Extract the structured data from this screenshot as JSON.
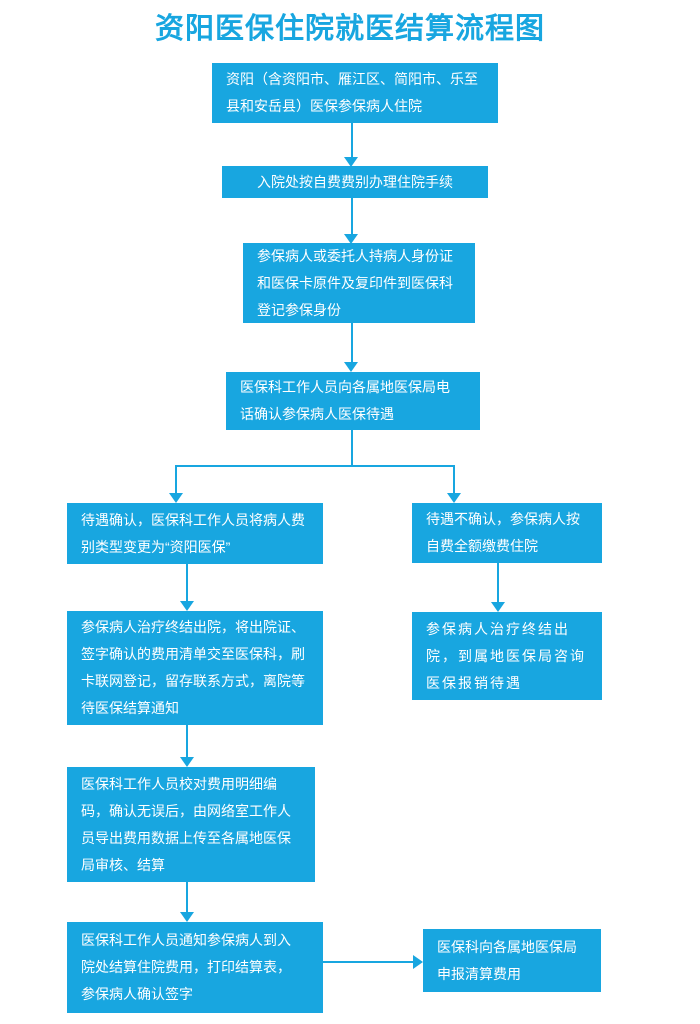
{
  "title": "资阳医保住院就医结算流程图",
  "theme": {
    "accent": "#18A6E0",
    "node_text_color": "#FFFFFF",
    "background": "#FFFFFF"
  },
  "flowchart": {
    "nodes": {
      "n1": {
        "text": "资阳（含资阳市、雁江区、简阳市、乐至\n县和安岳县）医保参保病人住院"
      },
      "n2": {
        "text": "入院处按自费费别办理住院手续"
      },
      "n3": {
        "text": "参保病人或委托人持病人身份证\n和医保卡原件及复印件到医保科\n登记参保身份"
      },
      "n4": {
        "text": "医保科工作人员向各属地医保局电\n话确认参保病人医保待遇"
      },
      "n5": {
        "text": "待遇确认，医保科工作人员将病人费\n别类型变更为“资阳医保”"
      },
      "n6": {
        "text": "待遇不确认，参保病人按\n自费全额缴费住院"
      },
      "n7": {
        "text": "参保病人治疗终结出院，将出院证、\n签字确认的费用清单交至医保科，刷\n卡联网登记，留存联系方式，离院等\n待医保结算通知"
      },
      "n8": {
        "text": "参保病人治疗终结出\n院，到属地医保局咨询\n医保报销待遇"
      },
      "n9": {
        "text": "医保科工作人员校对费用明细编\n码，确认无误后，由网络室工作人\n员导出费用数据上传至各属地医保\n局审核、结算"
      },
      "n10": {
        "text": "医保科工作人员通知参保病人到入\n院处结算住院费用，打印结算表，\n参保病人确认签字"
      },
      "n11": {
        "text": "医保科向各属地医保局\n申报清算费用"
      }
    },
    "edges": [
      {
        "from": "n1",
        "to": "n2"
      },
      {
        "from": "n2",
        "to": "n3"
      },
      {
        "from": "n3",
        "to": "n4"
      },
      {
        "from": "n4",
        "to": "n5"
      },
      {
        "from": "n4",
        "to": "n6"
      },
      {
        "from": "n5",
        "to": "n7"
      },
      {
        "from": "n6",
        "to": "n8"
      },
      {
        "from": "n7",
        "to": "n9"
      },
      {
        "from": "n9",
        "to": "n10"
      },
      {
        "from": "n10",
        "to": "n11"
      }
    ]
  }
}
